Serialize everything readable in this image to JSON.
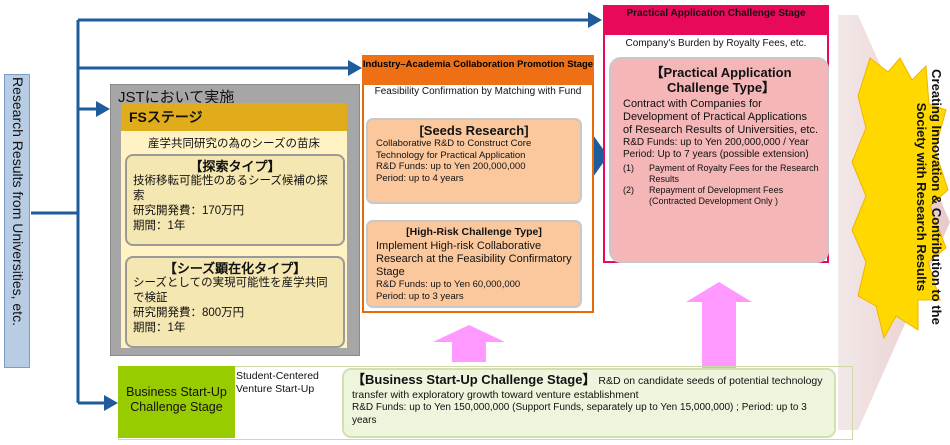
{
  "left_bar": {
    "text": "Research Results from Universities, etc."
  },
  "jst": {
    "label": "JSTにおいて実施",
    "fs_title": "FSステージ",
    "fs_subtitle": "産学共同研究の為のシーズの苗床",
    "boxes": [
      {
        "title": "【探索タイプ】",
        "lines": [
          "技術移転可能性のあるシーズ候補の探索",
          "研究開発費：170万円",
          "期間：1年"
        ]
      },
      {
        "title": "【シーズ顕在化タイプ】",
        "lines": [
          "シーズとしての実現可能性を産学共同で検証",
          "研究開発費：800万円",
          "期間：1年"
        ]
      }
    ]
  },
  "industry": {
    "title": "Industry–Academia Collaboration Promotion Stage",
    "subtitle": "Feasibility Confirmation by Matching with Fund",
    "seeds": {
      "title": "[Seeds Research]",
      "desc": "Collaborative R&D to Construct Core Technology for Practical Application",
      "funds": "R&D Funds: up to Yen 200,000,000",
      "period": "Period: up to 4 years"
    },
    "highrisk": {
      "title": "[High-Risk Challenge Type]",
      "desc": "Implement High-risk Collaborative Research at the Feasibility Confirmatory Stage",
      "funds": "R&D Funds: up to Yen 60,000,000",
      "period": "Period: up to 3 years"
    }
  },
  "practical": {
    "title": "Practical Application Challenge Stage",
    "subtitle": "Company's Burden by Royalty Fees, etc.",
    "box": {
      "title": "【Practical Application Challenge Type】",
      "desc": "Contract with Companies for Development of Practical Applications of Research Results of Universities, etc.",
      "funds": "R&D Funds: up to Yen 200,000,000 / Year",
      "period": "Period: Up to 7 years (possible extension)",
      "items": [
        {
          "num": "(1)",
          "text": "Payment of Royalty Fees for the Research Results"
        },
        {
          "num": "(2)",
          "text": "Repayment of Development Fees (Contracted Development Only )"
        }
      ]
    }
  },
  "startup": {
    "green_label": "Business Start-Up Challenge Stage",
    "mid_label": "Student-Centered Venture Start-Up",
    "title": "【Business Start-Up Challenge Stage】",
    "desc_inline": " R&D on candidate seeds of potential technology transfer with exploratory growth toward venture establishment",
    "funds": "R&D Funds: up to Yen 150,000,000 (Support Funds, separately up to Yen 15,000,000) ; Period: up to 3 years"
  },
  "final": {
    "text": "Creating Innovation & Contribution to the Society with Research Results"
  },
  "colors": {
    "blue_arrow": "#1f5c9c",
    "jst_gray": "#a6a6a6",
    "fs_gold": "#e0ac1c",
    "orange": "#ef7014",
    "magenta": "#e8095b",
    "pink_arrow": "#ff99ff",
    "green": "#99cc00",
    "star_yellow": "#ffd800"
  }
}
